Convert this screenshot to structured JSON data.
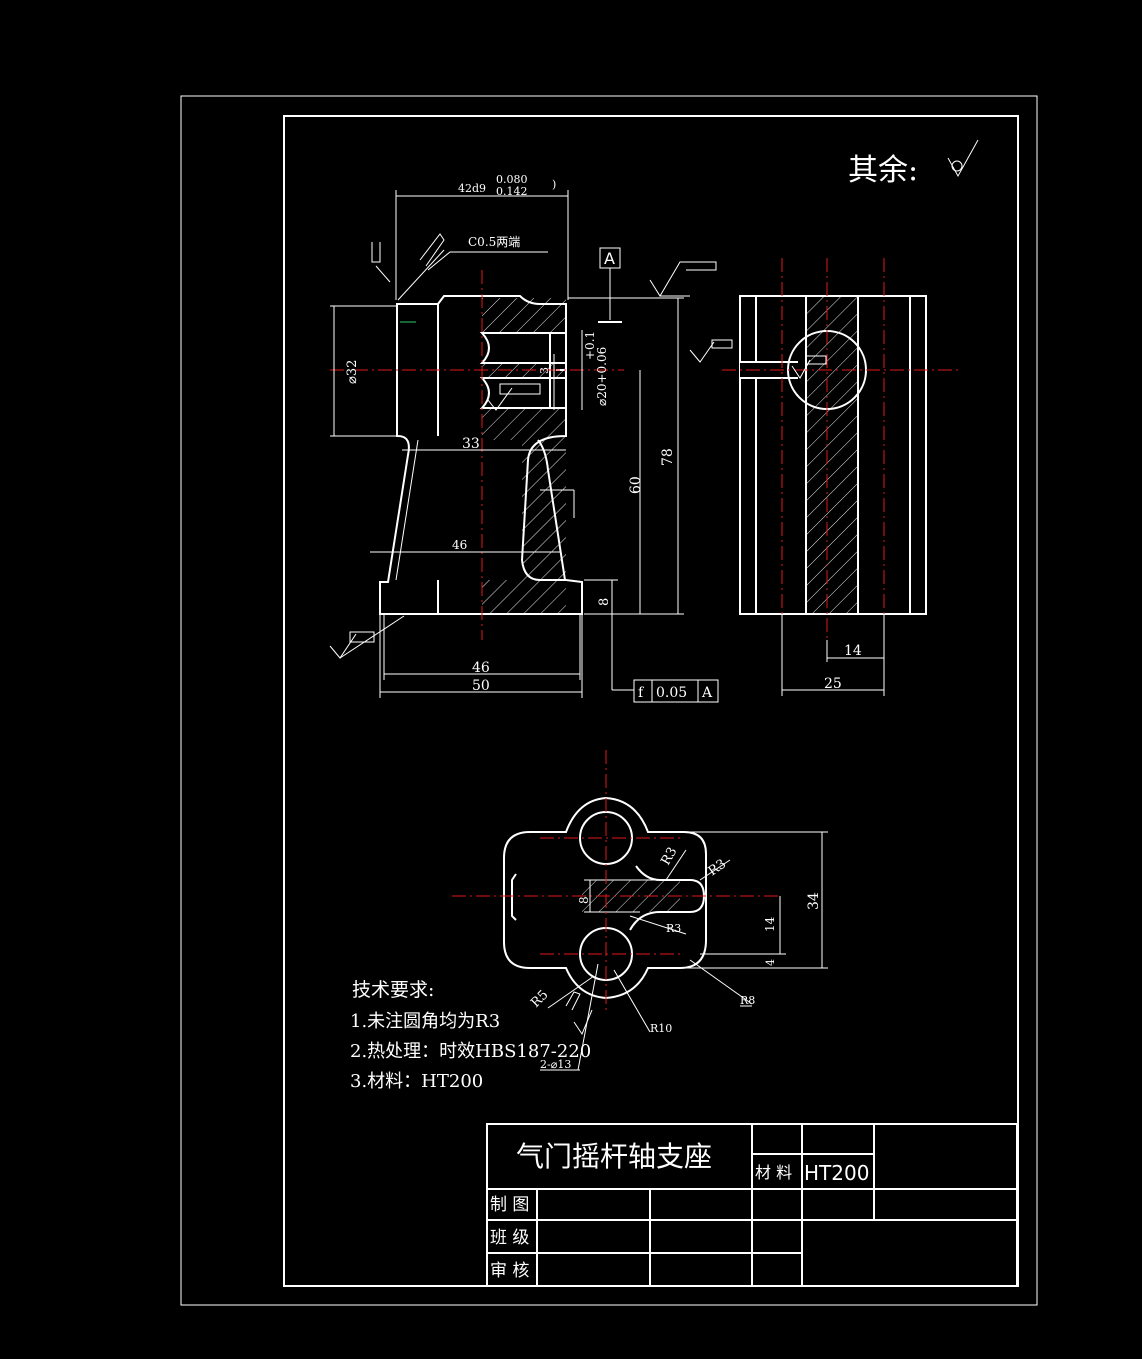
{
  "note_other": "其余:",
  "dims": {
    "top_width": "42d9",
    "tol_upper": "0.080",
    "tol_lower": "0.142",
    "paren": ")",
    "chamfer": "C0.5两端",
    "datum": "A",
    "d32": "⌀32",
    "d20": "⌀20+0.06",
    "d20_tol": "+0.1",
    "gap3": "3",
    "h78": "78",
    "h60": "60",
    "w33": "33",
    "w46_upper": "46",
    "w46": "46",
    "w50": "50",
    "h8": "8",
    "tol_symbol": "f",
    "tol_value": "0.05",
    "tol_datum": "A",
    "w14_side": "14",
    "w25": "25",
    "r3a": "R3",
    "r3b": "R3",
    "r3c": "R3",
    "r8": "R8",
    "r5": "R5",
    "r10": "R10",
    "holes": "2-⌀13",
    "v8": "8",
    "v14": "14",
    "v4": "4",
    "v34": "34"
  },
  "requirements": {
    "title": "技术要求:",
    "items": [
      "1.未注圆角均为R3",
      "2.热处理：时效HBS187-220",
      "3.材料：HT200"
    ]
  },
  "title_block": {
    "part_name": "气门摇杆轴支座",
    "material_label": "材 料",
    "material_value": "HT200",
    "drawn": "制 图",
    "class": "班 级",
    "review": "审 核"
  },
  "colors": {
    "line": "#ffffff",
    "center": "#e01818",
    "background": "#000000"
  }
}
